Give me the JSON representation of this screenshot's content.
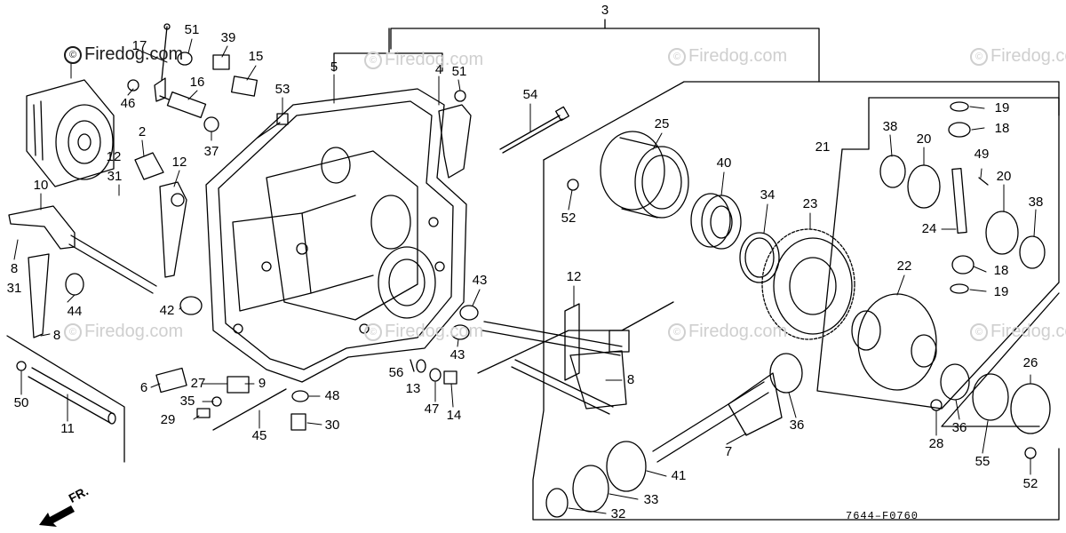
{
  "watermark": {
    "text": "Firedog.com",
    "symbol": "©",
    "color": "#cfcfcf",
    "dark_color": "#1a1a1a"
  },
  "figure_code": "7644–F0760",
  "front_label": "FR.",
  "callouts": {
    "c1": "3",
    "c2": "17",
    "c3": "51",
    "c4": "39",
    "c5": "15",
    "c6": "46",
    "c7": "16",
    "c8": "53",
    "c9": "5",
    "c10": "4",
    "c11": "51",
    "c12": "54",
    "c13": "37",
    "c14": "2",
    "c15": "12",
    "c16": "31",
    "c17": "12",
    "c18": "10",
    "c19": "8",
    "c20": "31",
    "c21": "44",
    "c22": "8",
    "c23": "42",
    "c24": "50",
    "c25": "11",
    "c26": "6",
    "c27": "27",
    "c28": "9",
    "c29": "35",
    "c30": "29",
    "c31": "45",
    "c32": "48",
    "c33": "30",
    "c34": "56",
    "c35": "13",
    "c36": "47",
    "c37": "14",
    "c38": "43",
    "c39": "43",
    "c40": "12",
    "c41": "8",
    "c42": "25",
    "c43": "40",
    "c44": "34",
    "c45": "23",
    "c46": "52",
    "c47": "19",
    "c48": "18",
    "c49": "21",
    "c50": "38",
    "c51": "20",
    "c52": "49",
    "c53": "20",
    "c54": "38",
    "c55": "24",
    "c56": "18",
    "c57": "19",
    "c58": "22",
    "c59": "36",
    "c60": "7",
    "c61": "41",
    "c62": "33",
    "c63": "32",
    "c64": "28",
    "c65": "36",
    "c66": "55",
    "c67": "26",
    "c68": "52"
  }
}
